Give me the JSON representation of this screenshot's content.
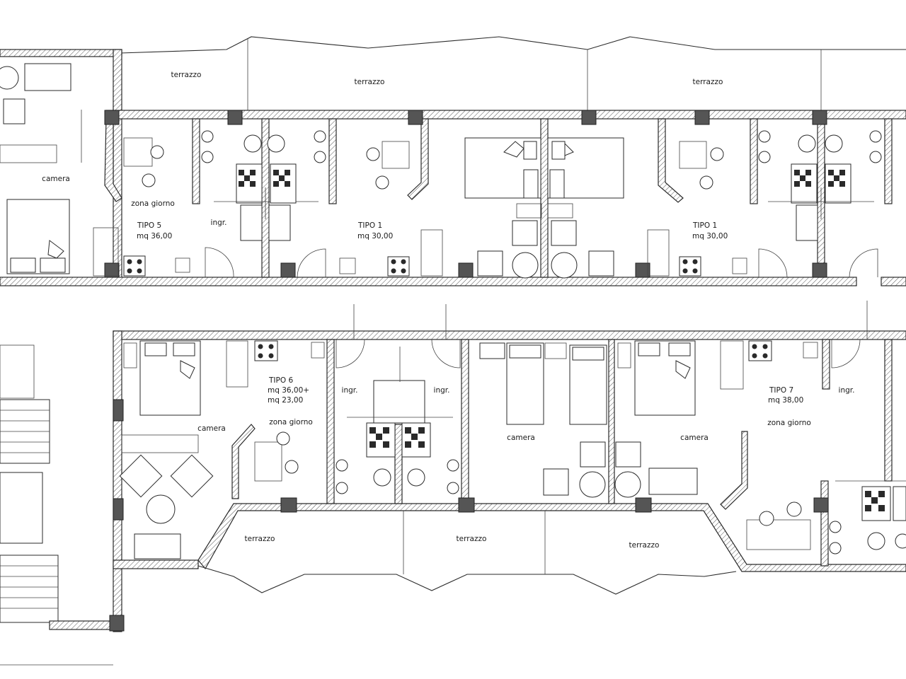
{
  "labels": {
    "terrazzo": "terrazzo",
    "camera": "camera",
    "zona_giorno": "zona giorno",
    "ingr": "ingr.",
    "tipo5": "TIPO 5",
    "tipo5_area": "mq 36,00",
    "tipo1": "TIPO 1",
    "tipo1_area": "mq 30,00",
    "tipo6": "TIPO 6",
    "tipo6_area1": "mq 36,00+",
    "tipo6_area2": "mq 23,00",
    "tipo7": "TIPO 7",
    "tipo7_area": "mq 38,00"
  }
}
